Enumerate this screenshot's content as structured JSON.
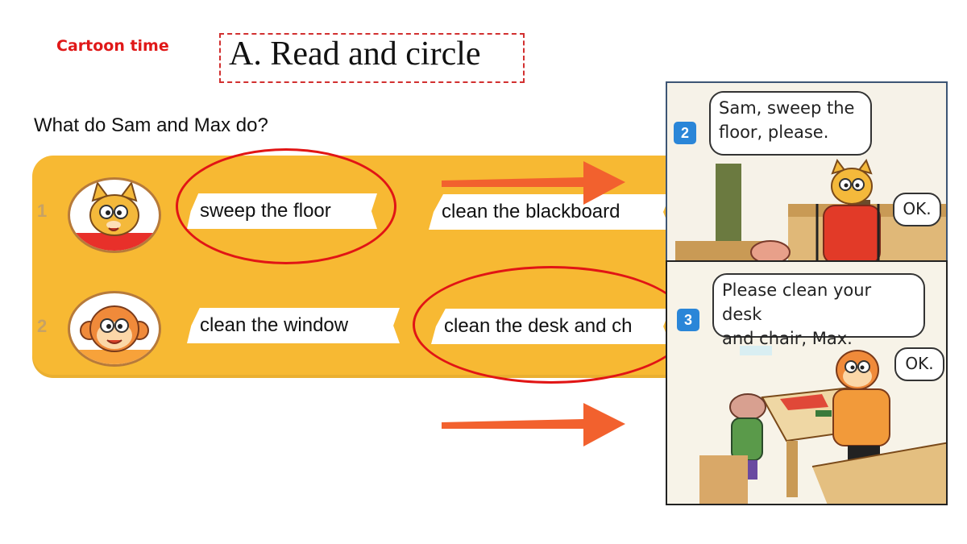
{
  "header": {
    "cartoon_label": "Cartoon time",
    "title": "A. Read and circle"
  },
  "question": "What do Sam and Max do?",
  "rows": [
    {
      "number": "1",
      "character": "cat",
      "options": [
        "sweep the floor",
        "clean the blackboard"
      ],
      "circled_option": "sweep the floor"
    },
    {
      "number": "2",
      "character": "monkey",
      "options": [
        "clean the window",
        "clean the desk and ch"
      ],
      "circled_option": "clean the desk and ch"
    }
  ],
  "panels": [
    {
      "number": "2",
      "speech": [
        "Sam, sweep the",
        "floor, please."
      ],
      "reply": "OK."
    },
    {
      "number": "3",
      "speech": [
        "Please clean your desk",
        "and chair, Max."
      ],
      "reply": "OK."
    }
  ],
  "colors": {
    "band": "#f7b933",
    "circle": "#e11515",
    "arrow": "#f2612e",
    "cartoon_label": "#e01818",
    "title_border": "#d23030",
    "panel_badge": "#2a86d8"
  }
}
